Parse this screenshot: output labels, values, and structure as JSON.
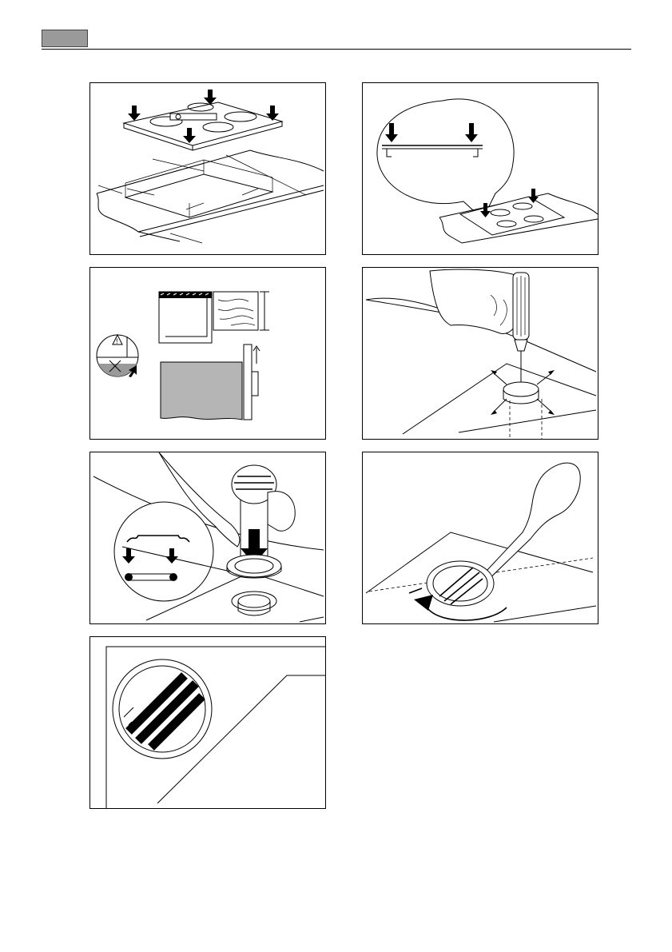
{
  "page": {
    "header_tab_color": "#9a9a9a",
    "rule_color": "#000000"
  },
  "figures": [
    {
      "id": "p1",
      "icon": "hob-placement-cutout-icon"
    },
    {
      "id": "p2",
      "icon": "seal-press-detail-icon"
    },
    {
      "id": "p3",
      "icon": "worktop-edge-warning-icon"
    },
    {
      "id": "p4",
      "icon": "screwdriver-hole-icon"
    },
    {
      "id": "p5",
      "icon": "insert-bushing-icon"
    },
    {
      "id": "p6",
      "icon": "spoon-rotate-cover-icon"
    },
    {
      "id": "p7",
      "icon": "vent-cover-closeup-icon"
    }
  ]
}
